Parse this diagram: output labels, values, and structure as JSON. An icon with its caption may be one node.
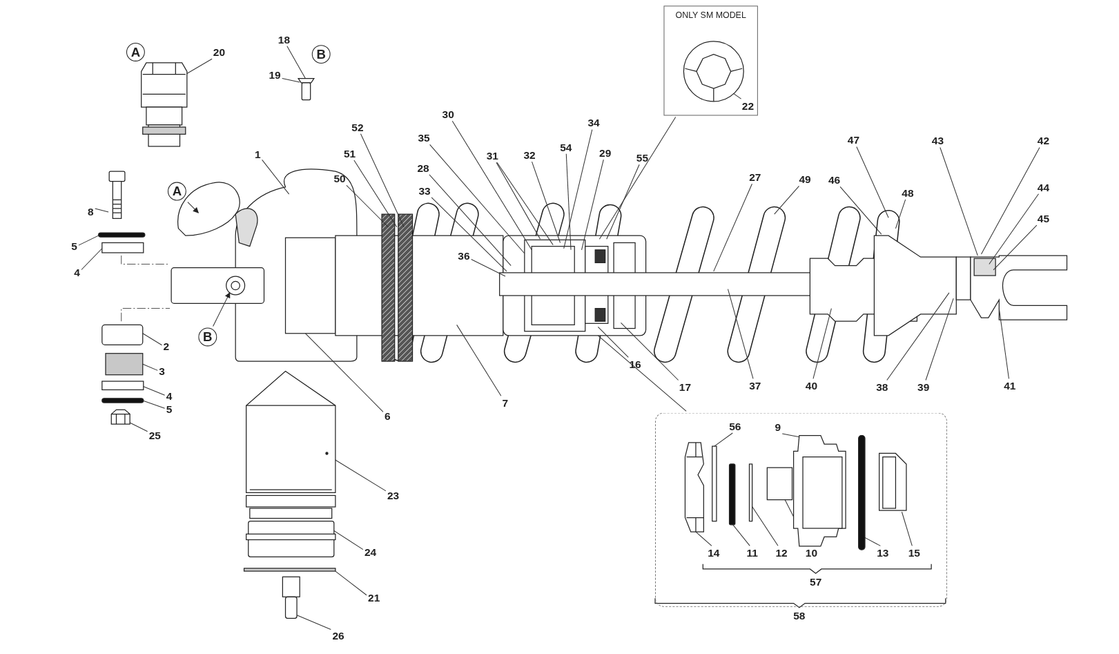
{
  "diagram": {
    "nodes": [
      {
        "text": [
          "A"
        ]
      },
      {
        "text": [
          "20"
        ]
      },
      {
        "text": [
          "18"
        ]
      },
      {
        "text": [
          "B"
        ]
      },
      {
        "text": [
          "19"
        ]
      },
      {
        "text": [
          "ONLY SM MODEL"
        ]
      },
      {
        "text": [
          "22"
        ],
        "in": 5
      },
      {
        "text": [
          "30"
        ]
      },
      {
        "text": [
          "34"
        ]
      },
      {
        "text": [
          "52"
        ]
      },
      {
        "text": [
          "35"
        ]
      },
      {
        "text": [
          "43"
        ]
      },
      {
        "text": [
          "47"
        ]
      },
      {
        "text": [
          "42"
        ]
      },
      {
        "text": [
          "54"
        ]
      },
      {
        "text": [
          "51"
        ]
      },
      {
        "text": [
          "1"
        ]
      },
      {
        "text": [
          "31"
        ]
      },
      {
        "text": [
          "32"
        ]
      },
      {
        "text": [
          "29"
        ]
      },
      {
        "text": [
          "55"
        ]
      },
      {
        "text": [
          "28"
        ]
      },
      {
        "text": [
          "50"
        ]
      },
      {
        "text": [
          "27"
        ]
      },
      {
        "text": [
          "49"
        ]
      },
      {
        "text": [
          "46"
        ]
      },
      {
        "text": [
          "44"
        ]
      },
      {
        "text": [
          "33"
        ]
      },
      {
        "text": [
          "A"
        ]
      },
      {
        "text": [
          "48"
        ]
      },
      {
        "text": [
          "8"
        ]
      },
      {
        "text": [
          "45"
        ]
      },
      {
        "text": [
          "5"
        ]
      },
      {
        "text": [
          "36"
        ]
      },
      {
        "text": [
          "4"
        ]
      },
      {
        "text": [
          "B"
        ]
      },
      {
        "text": [
          "2"
        ]
      },
      {
        "text": [
          "16"
        ]
      },
      {
        "text": [
          "3"
        ]
      },
      {
        "text": [
          "17"
        ]
      },
      {
        "text": [
          "37"
        ]
      },
      {
        "text": [
          "40"
        ]
      },
      {
        "text": [
          "38"
        ]
      },
      {
        "text": [
          "39"
        ]
      },
      {
        "text": [
          "41"
        ]
      },
      {
        "text": [
          "4"
        ]
      },
      {
        "text": [
          "7"
        ]
      },
      {
        "text": [
          "5"
        ]
      },
      {
        "text": [
          "6"
        ]
      },
      {
        "text": [],
        "shape": "box"
      },
      {
        "text": [
          "56"
        ],
        "in": 49
      },
      {
        "text": [
          "9"
        ],
        "in": 49
      },
      {
        "text": [
          "25"
        ]
      },
      {
        "text": [
          "23"
        ]
      },
      {
        "text": [
          "14"
        ],
        "in": 49
      },
      {
        "text": [
          "11"
        ],
        "in": 49
      },
      {
        "text": [
          "12"
        ],
        "in": 49
      },
      {
        "text": [
          "10"
        ],
        "in": 49
      },
      {
        "text": [
          "13"
        ],
        "in": 49
      },
      {
        "text": [
          "15"
        ],
        "in": 49
      },
      {
        "text": [
          "24"
        ]
      },
      {
        "text": [
          "21"
        ]
      },
      {
        "text": [
          "26"
        ]
      },
      {
        "text": [],
        "shape": "picture"
      },
      {
        "text": [],
        "shape": "picture"
      },
      {
        "text": [],
        "shape": "picture",
        "in": 5
      },
      {
        "text": [],
        "shape": "picture"
      },
      {
        "text": [],
        "shape": "box"
      },
      {
        "text": [],
        "shape": "box"
      },
      {
        "text": [],
        "shape": "box"
      },
      {
        "text": [],
        "shape": "box"
      },
      {
        "text": [],
        "shape": "box"
      },
      {
        "text": [],
        "shape": "box"
      },
      {
        "text": [],
        "shape": "picture"
      },
      {
        "text": [],
        "shape": "picture"
      },
      {
        "text": [],
        "shape": "picture"
      },
      {
        "text": [],
        "shape": "box"
      },
      {
        "text": [],
        "shape": "picture"
      },
      {
        "text": [],
        "shape": "box",
        "in": 49
      },
      {
        "text": [],
        "shape": "box",
        "in": 49
      },
      {
        "text": [],
        "shape": "box",
        "in": 49
      },
      {
        "text": [],
        "shape": "box",
        "in": 49
      },
      {
        "text": [],
        "shape": "box",
        "in": 49
      },
      {
        "text": [],
        "shape": "picture",
        "in": 49
      },
      {
        "text": [],
        "shape": "box",
        "in": 49
      },
      {
        "text": [],
        "shape": "picture",
        "in": 49
      }
    ],
    "edges": [
      {
        "from": 1,
        "to": 63,
        "arrow": "none"
      },
      {
        "from": 2,
        "to": 64,
        "arrow": "none"
      },
      {
        "from": 4,
        "to": 64,
        "arrow": "none"
      },
      {
        "from": 5,
        "to": null,
        "arrow": "none"
      },
      {
        "from": 6,
        "to": 65,
        "arrow": "none"
      },
      {
        "from": 7,
        "to": null,
        "arrow": "none"
      },
      {
        "from": 8,
        "to": null,
        "arrow": "none"
      },
      {
        "from": 9,
        "to": null,
        "arrow": "none"
      },
      {
        "from": 10,
        "to": null,
        "arrow": "none"
      },
      {
        "from": 11,
        "to": null,
        "arrow": "none"
      },
      {
        "from": 12,
        "to": null,
        "arrow": "none"
      },
      {
        "from": 13,
        "to": null,
        "arrow": "none"
      },
      {
        "from": 14,
        "to": null,
        "arrow": "none"
      },
      {
        "from": 15,
        "to": null,
        "arrow": "none"
      },
      {
        "from": 16,
        "to": null,
        "arrow": "none"
      },
      {
        "from": 17,
        "to": null,
        "arrow": "none"
      },
      {
        "from": 17,
        "to": null,
        "arrow": "none"
      },
      {
        "from": 18,
        "to": null,
        "arrow": "none"
      },
      {
        "from": 19,
        "to": null,
        "arrow": "none"
      },
      {
        "from": 20,
        "to": null,
        "arrow": "none"
      },
      {
        "from": 21,
        "to": null,
        "arrow": "none"
      },
      {
        "from": 22,
        "to": null,
        "arrow": "none"
      },
      {
        "from": 23,
        "to": null,
        "arrow": "none"
      },
      {
        "from": 24,
        "to": null,
        "arrow": "none"
      },
      {
        "from": 25,
        "to": null,
        "arrow": "none"
      },
      {
        "from": 26,
        "to": null,
        "arrow": "none"
      },
      {
        "from": 27,
        "to": null,
        "arrow": "none"
      },
      {
        "from": 28,
        "to": null,
        "arrow": "to"
      },
      {
        "from": 29,
        "to": null,
        "arrow": "none"
      },
      {
        "from": 30,
        "to": 66,
        "arrow": "none"
      },
      {
        "from": 31,
        "to": null,
        "arrow": "none"
      },
      {
        "from": 32,
        "to": 67,
        "arrow": "none"
      },
      {
        "from": 33,
        "to": null,
        "arrow": "none"
      },
      {
        "from": 34,
        "to": 68,
        "arrow": "none"
      },
      {
        "from": 35,
        "to": null,
        "arrow": "to"
      },
      {
        "from": 36,
        "to": 69,
        "arrow": "none"
      },
      {
        "from": 37,
        "to": null,
        "arrow": "none"
      },
      {
        "from": 38,
        "to": 70,
        "arrow": "none"
      },
      {
        "from": 39,
        "to": null,
        "arrow": "none"
      },
      {
        "from": 40,
        "to": null,
        "arrow": "none"
      },
      {
        "from": 41,
        "to": null,
        "arrow": "none"
      },
      {
        "from": 42,
        "to": null,
        "arrow": "none"
      },
      {
        "from": 43,
        "to": null,
        "arrow": "none"
      },
      {
        "from": 44,
        "to": null,
        "arrow": "none"
      },
      {
        "from": 45,
        "to": 71,
        "arrow": "none"
      },
      {
        "from": 46,
        "to": null,
        "arrow": "none"
      },
      {
        "from": 47,
        "to": 72,
        "arrow": "none"
      },
      {
        "from": 48,
        "to": null,
        "arrow": "none"
      },
      {
        "from": 49,
        "to": null,
        "arrow": "none"
      },
      {
        "from": 50,
        "to": 79,
        "arrow": "none"
      },
      {
        "from": 51,
        "to": 83,
        "arrow": "none"
      },
      {
        "from": 52,
        "to": 73,
        "arrow": "none"
      },
      {
        "from": 53,
        "to": 74,
        "arrow": "none"
      },
      {
        "from": 54,
        "to": 78,
        "arrow": "none"
      },
      {
        "from": 55,
        "to": 80,
        "arrow": "none"
      },
      {
        "from": 56,
        "to": 81,
        "arrow": "none"
      },
      {
        "from": 57,
        "to": 82,
        "arrow": "none"
      },
      {
        "from": 58,
        "to": 84,
        "arrow": "none"
      },
      {
        "from": 59,
        "to": 85,
        "arrow": "none"
      },
      {
        "from": 60,
        "to": 75,
        "arrow": "none"
      },
      {
        "from": 61,
        "to": 76,
        "arrow": "none"
      },
      {
        "from": 62,
        "to": 77,
        "arrow": "none"
      }
    ],
    "labels": [
      "57",
      "58"
    ]
  }
}
